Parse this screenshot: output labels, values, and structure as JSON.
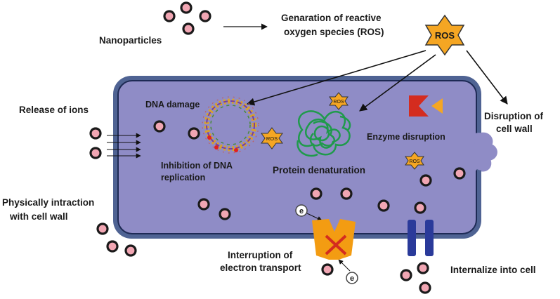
{
  "labels": {
    "nanoparticles": "Nanoparticles",
    "ros_generation_line1": "Genaration of reactive",
    "ros_generation_line2": "oxygen species (ROS)",
    "ros_star": "ROS",
    "release_of_ions": "Release of ions",
    "dna_damage": "DNA damage",
    "inhibition_line1": "Inhibition of DNA",
    "inhibition_line2": "replication",
    "protein_denaturation": "Protein denaturation",
    "enzyme_disruption": "Enzyme disruption",
    "disruption_line1": "Disruption of",
    "disruption_line2": "cell wall",
    "physical_line1": "Physically intraction",
    "physical_line2": "with cell wall",
    "interruption_line1": "Interruption of",
    "interruption_line2": "electron transport",
    "internalize": "Internalize into cell",
    "electron": "e",
    "small_ros": "ROS"
  },
  "colors": {
    "cell_fill": "#8f8cc6",
    "cell_outer": "#4f6393",
    "nanoparticle_fill": "#f1a6b3",
    "ros_fill": "#f5a623",
    "protein_green": "#1f9a4b",
    "electron_channel": "#f39c12",
    "channel_blue": "#2a3a9a",
    "enzyme_red": "#d42c1f"
  },
  "icons": [
    "ros-star-icon",
    "dna-ring-icon",
    "protein-coil-icon",
    "enzyme-icon",
    "electron-icon",
    "ion-channel-icon"
  ]
}
